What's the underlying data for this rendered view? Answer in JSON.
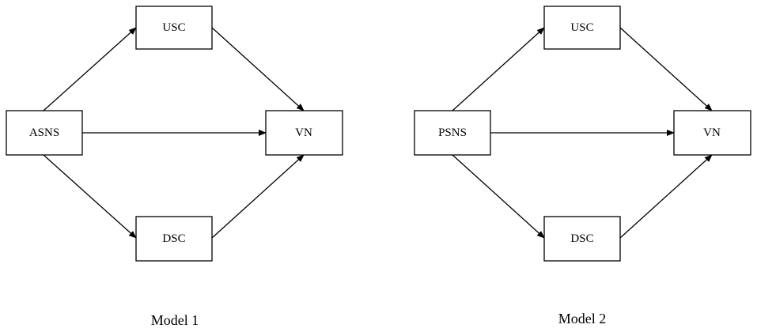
{
  "models": [
    {
      "caption": "Model 1",
      "nodes": {
        "predictor": "ASNS",
        "mediator_top": "USC",
        "mediator_bottom": "DSC",
        "outcome": "VN"
      }
    },
    {
      "caption": "Model 2",
      "nodes": {
        "predictor": "PSNS",
        "mediator_top": "USC",
        "mediator_bottom": "DSC",
        "outcome": "VN"
      }
    }
  ],
  "colors": {
    "stroke": "#000000",
    "background": "#ffffff"
  }
}
